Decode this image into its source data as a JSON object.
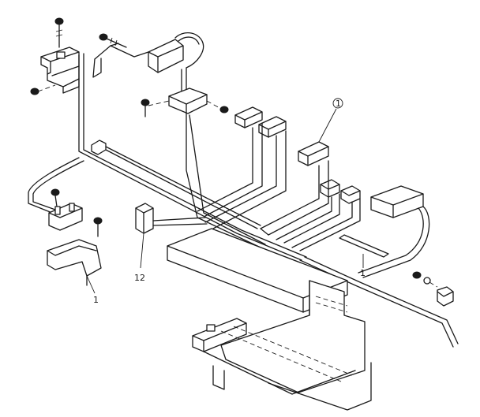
{
  "diagram": {
    "callouts": [
      {
        "id": "c1",
        "label": "1"
      },
      {
        "id": "c2",
        "label": "12"
      },
      {
        "id": "c3",
        "label": "1"
      },
      {
        "id": "c4",
        "label": "1"
      }
    ]
  },
  "colors": {
    "line": "#1a1a1a",
    "background": "#ffffff"
  }
}
